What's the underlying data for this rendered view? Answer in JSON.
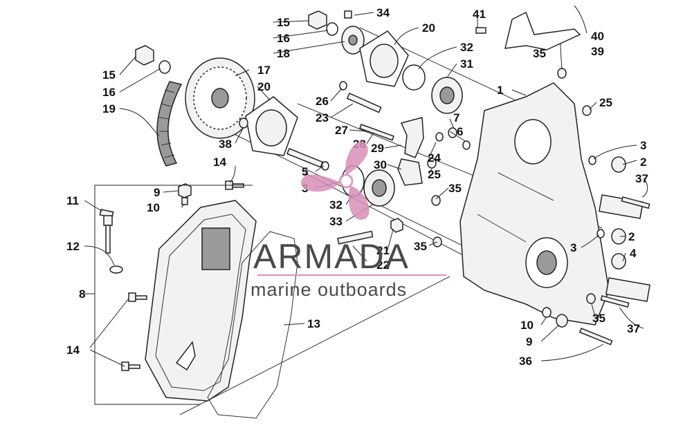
{
  "brand": {
    "name": "ARMADA",
    "tagline": "marine outboards",
    "accent_color": "#d890b8"
  },
  "callouts": {
    "c1": "1",
    "c2a": "2",
    "c2b": "2",
    "c3a": "3",
    "c3b": "3",
    "c3c": "3",
    "c4": "4",
    "c5": "5",
    "c6": "6",
    "c7": "7",
    "c8": "8",
    "c9a": "9",
    "c9b": "9",
    "c10a": "10",
    "c10b": "10",
    "c11": "11",
    "c12": "12",
    "c13": "13",
    "c14a": "14",
    "c14b": "14",
    "c15a": "15",
    "c15b": "15",
    "c16a": "16",
    "c16b": "16",
    "c17": "17",
    "c18": "18",
    "c19": "19",
    "c20a": "20",
    "c20b": "20",
    "c21": "21",
    "c22": "22",
    "c23": "23",
    "c24": "24",
    "c25a": "25",
    "c25b": "25",
    "c26": "26",
    "c27": "27",
    "c28": "28",
    "c29": "29",
    "c30": "30",
    "c31": "31",
    "c32a": "32",
    "c32b": "32",
    "c33": "33",
    "c34": "34",
    "c35a": "35",
    "c35b": "35",
    "c35c": "35",
    "c35d": "35",
    "c36": "36",
    "c37a": "37",
    "c37b": "37",
    "c38": "38",
    "c39": "39",
    "c40": "40",
    "c41": "41"
  }
}
